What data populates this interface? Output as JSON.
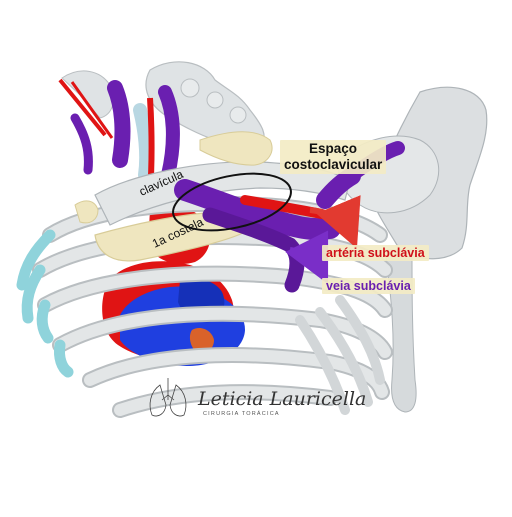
{
  "labels": {
    "espaco_line1": "Espaço",
    "espaco_line2": "costoclavicular",
    "arteria": "artéria subclávia",
    "veia": "veia subclávia",
    "clavicula": "clavícula",
    "costela": "1a costela"
  },
  "signature": {
    "name": "Leticia Lauricella",
    "subtitle": "CIRURGIA TORÁCICA"
  },
  "colors": {
    "bone": "#dfe3e5",
    "bone_shadow": "#b9bec1",
    "artery": "#e01414",
    "vein": "#6a1fb0",
    "vein_dark": "#4a0f86",
    "heart_blue": "#1f3fe0",
    "clavicle_band": "#efe6bf",
    "cartilage": "#8fd3db",
    "label_bg": "#f3ecc4",
    "artery_text": "#d0101a",
    "vein_text": "#6a1fb0"
  }
}
